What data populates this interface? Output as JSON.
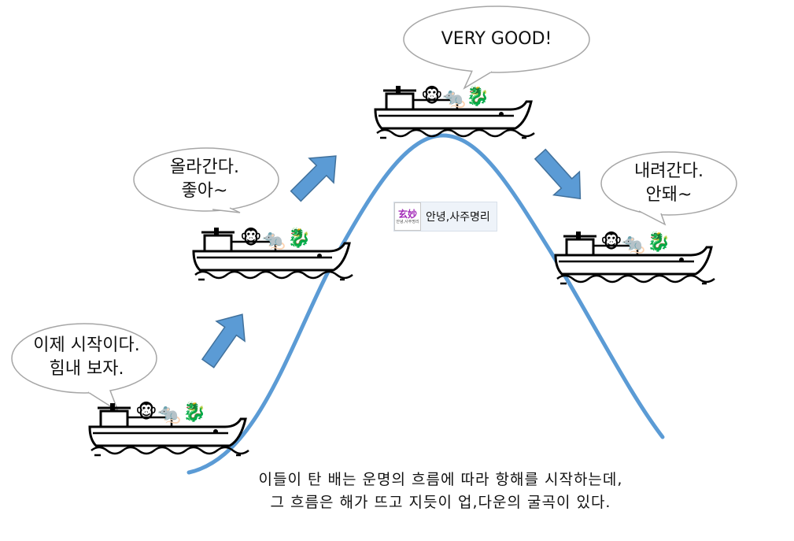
{
  "bubbles": {
    "start": [
      "이제 시작이다.",
      "힘내 보자."
    ],
    "rising": [
      "올라간다.",
      "좋아~"
    ],
    "peak": [
      "VERY GOOD!"
    ],
    "falling": [
      "내려간다.",
      "안돼~"
    ]
  },
  "passenger_icons": [
    "monkey-icon",
    "rat-icon",
    "dragon-icon"
  ],
  "watermark": {
    "logo_text": "玄妙",
    "logo_subtext": "안녕,사주명리",
    "label": "안녕,사주명리"
  },
  "caption": {
    "line1": "이들이 탄 배는 운명의 흐름에 따라 항해를 시작하는데,",
    "line2": "그 흐름은 해가 뜨고 지듯이 업,다운의 굴곡이 있다."
  },
  "colors": {
    "curve": "#5b9bd5",
    "arrow": "#5b9bd5",
    "arrow_edge": "#41719c",
    "bubble_stroke": "#a6a6a6",
    "ship": "#000000"
  }
}
